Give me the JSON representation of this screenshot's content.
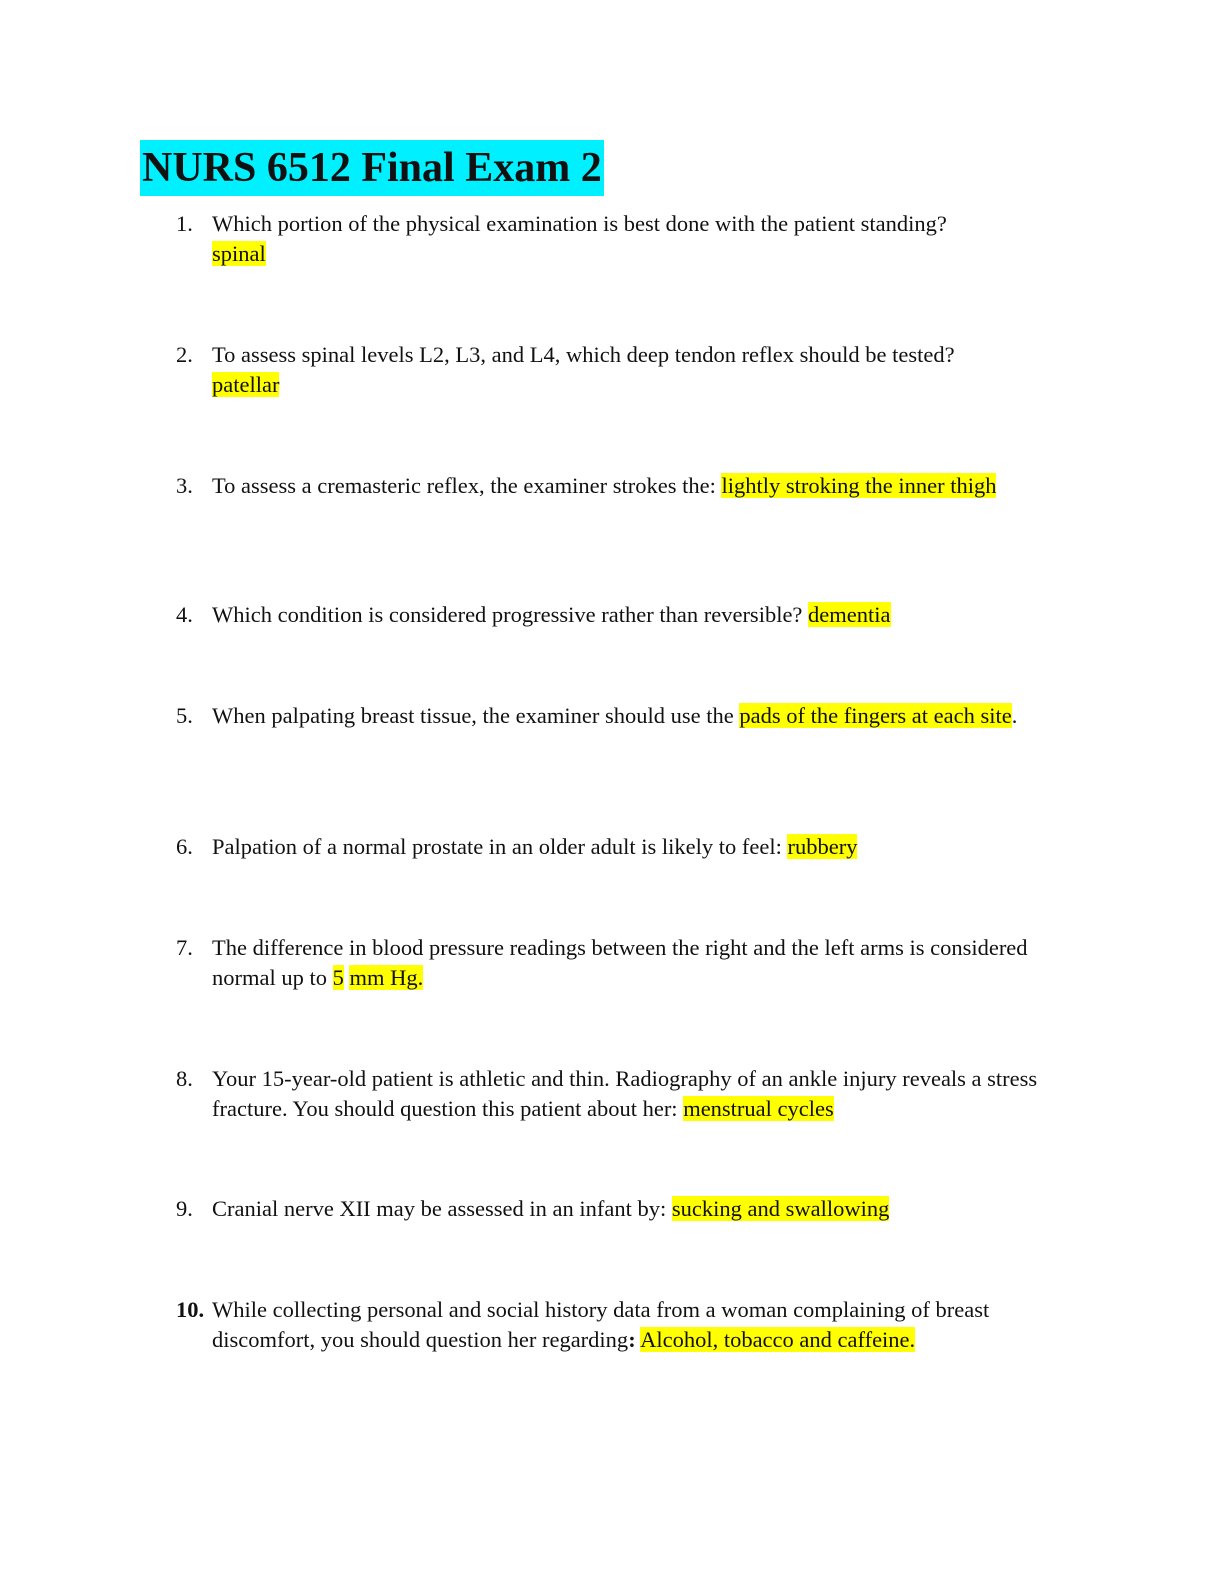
{
  "document": {
    "title": "NURS 6512 Final Exam 2",
    "questions": [
      {
        "number": "1.",
        "question": "Which portion of the physical examination is best done with the patient standing?",
        "answer": "spinal"
      },
      {
        "number": "2.",
        "question": "To assess spinal levels L2, L3, and L4, which deep tendon reflex should be tested?",
        "answer": "patellar"
      },
      {
        "number": "3.",
        "question": "To assess a cremasteric reflex, the examiner strokes the:",
        "answer": "lightly stroking the inner thigh"
      },
      {
        "number": "4.",
        "question": "Which condition is considered progressive rather than reversible?",
        "answer": "dementia"
      },
      {
        "number": "5.",
        "question": "When palpating breast tissue, the examiner should use the",
        "answer": "pads of the fingers at each site",
        "suffix": "."
      },
      {
        "number": "6.",
        "question": "Palpation of a normal prostate in an older adult is likely to feel:",
        "answer": "rubbery"
      },
      {
        "number": "7.",
        "question": "The difference in blood pressure readings between the right and the left arms is considered normal up to",
        "answer_a": "5",
        "answer_b": "mm Hg."
      },
      {
        "number": "8.",
        "question": "Your 15-year-old patient is athletic and thin. Radiography of an ankle injury reveals a stress fracture. You should question this patient about her:",
        "answer": "menstrual cycles"
      },
      {
        "number": "9.",
        "question": "Cranial nerve XII may be assessed in an infant by:",
        "answer": "sucking and swallowing"
      },
      {
        "number": "10.",
        "question": "While collecting personal and social history data from a woman complaining of breast discomfort, you should question her regarding",
        "colon": ":",
        "answer": "Alcohol, tobacco and caffeine."
      }
    ]
  }
}
